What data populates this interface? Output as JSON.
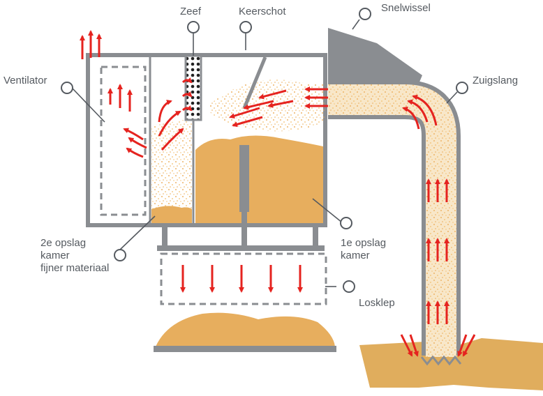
{
  "labels": {
    "zeef": "Zeef",
    "keerschot": "Keerschot",
    "snelwissel": "Snelwissel",
    "ventilator": "Ventilator",
    "zuigslang": "Zuigslang",
    "opslag2": [
      "2e opslag",
      "kamer",
      "fijner materiaal"
    ],
    "opslag1": [
      "1e opslag",
      "kamer"
    ],
    "losklep": "Losklep"
  },
  "colors": {
    "frame": "#8a8d91",
    "outline": "#7f8286",
    "material": "#e7ae5e",
    "material_dark": "#d9a255",
    "dust": "#f2bd6a",
    "arrow": "#e5231f",
    "text": "#555a60",
    "ground": "#e0ad5d"
  }
}
